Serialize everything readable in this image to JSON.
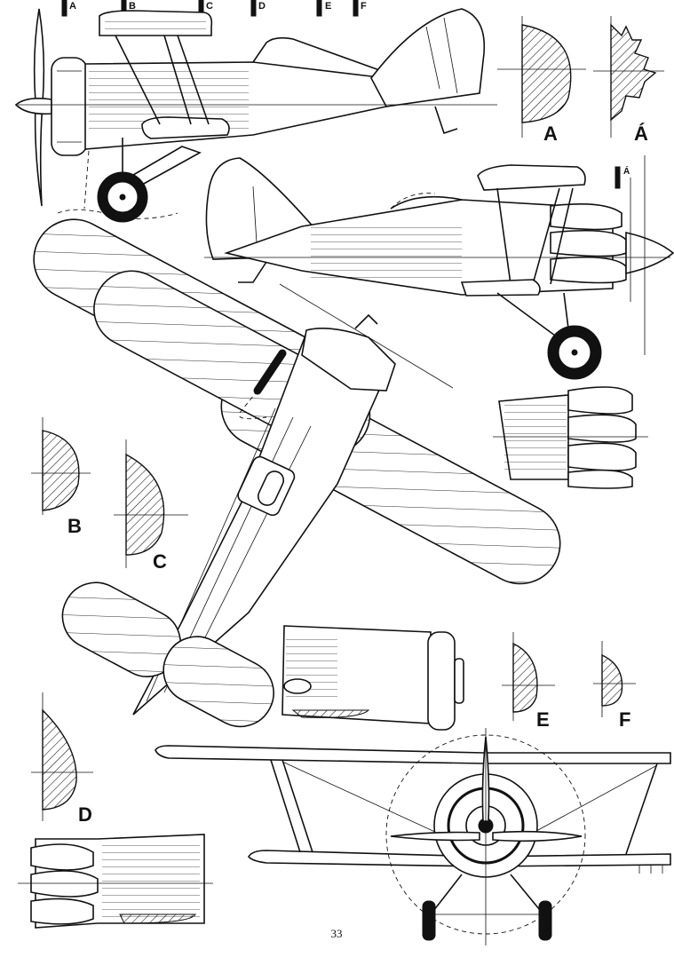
{
  "sections": {
    "cut_marks": [
      "A",
      "B",
      "C",
      "D",
      "E",
      "F"
    ],
    "a": "A",
    "a_prime": "Á",
    "a_prime_marker": "Á",
    "b": "B",
    "c": "C",
    "d": "D",
    "e": "E",
    "f": "F"
  },
  "page_number": "33"
}
